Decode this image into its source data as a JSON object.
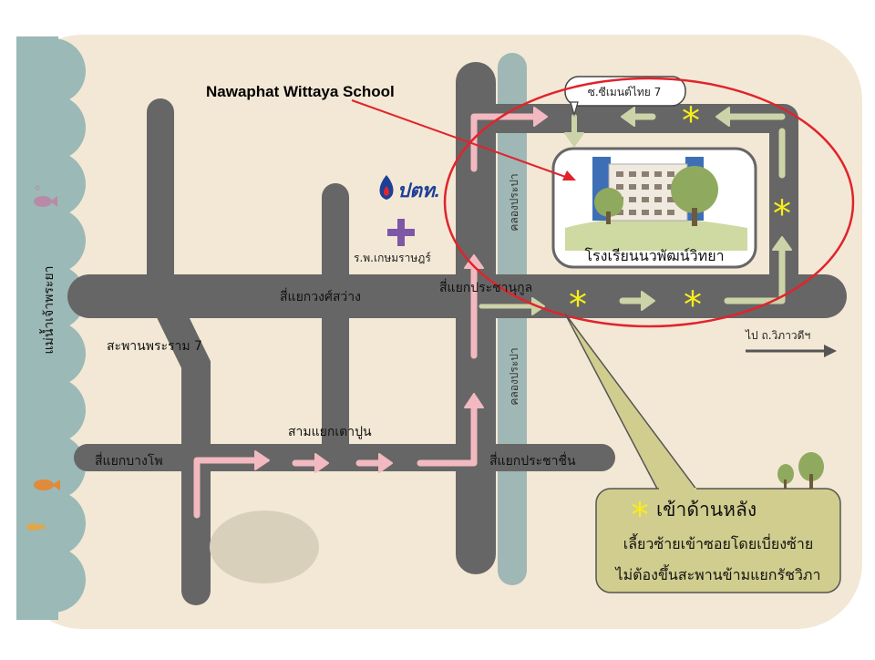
{
  "map": {
    "river_label": "แม่น้ำเจ้าพระยา",
    "school_name_en": "Nawaphat Wittaya School",
    "school_name_th": "โรงเรียนนวพัฒน์วิทยา",
    "soi_label": "ซ.ซีเมนต์ไทย 7",
    "hospital_label": "ร.พ.เกษมราษฎร์",
    "ptt_logo_text": "ปตท.",
    "intersections": {
      "kong_sawang": "สี่แยกวงศ์สว่าง",
      "prachanukul": "สี่แยกประชานุกูล",
      "bang_pho": "สี่แยกบางโพ",
      "tao_poon": "สามแยกเตาปูน",
      "pracha_chuen": "สี่แยกประชาชื่น"
    },
    "bridge_label": "สะพานพระราม 7",
    "canal_label": "คลองประปา",
    "to_vibhavadi_label": "ไป ถ.วิภาวดีฯ",
    "callout": {
      "title": "เข้าด้านหลัง",
      "line1": "เลี้ยวซ้ายเข้าซอยโดยเบี่ยงซ้าย",
      "line2": "ไม่ต้องขึ้นสะพานข้ามแยกรัชวิภา"
    },
    "colors": {
      "background": "#f3e8d5",
      "road": "#666666",
      "river": "#9bb9b6",
      "canal": "#9fb7b5",
      "route_arrow": "#f2b9c0",
      "back_route_arrow": "#cdd3a8",
      "highlight_circle": "#e0242c",
      "star": "#f7ee1a",
      "callout_bg": "#d1cd8e",
      "hospital_cross": "#7e57a6"
    }
  }
}
